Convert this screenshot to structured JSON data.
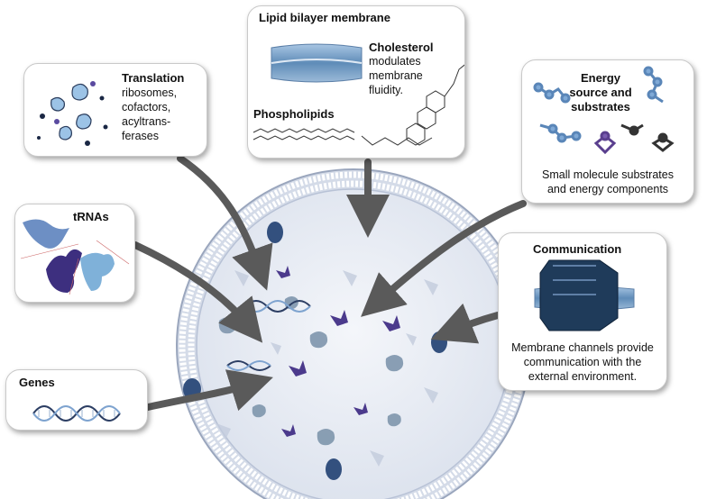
{
  "panels": {
    "membrane": {
      "title": "Lipid bilayer membrane",
      "cholesterol_title": "Cholesterol",
      "cholesterol_line1": "modulates",
      "cholesterol_line2": "membrane",
      "cholesterol_line3": "fluidity.",
      "phospholipids_title": "Phospholipids"
    },
    "translation": {
      "title": "Translation",
      "line1": "ribosomes,",
      "line2": "cofactors,",
      "line3": "acyltrans-",
      "line4": "ferases"
    },
    "energy": {
      "title_line1": "Energy",
      "title_line2": "source and",
      "title_line3": "substrates",
      "line1": "Small molecule substrates",
      "line2": "and energy components"
    },
    "trnas": {
      "title": "tRNAs"
    },
    "communication": {
      "title": "Communication",
      "line1": "Membrane channels provide",
      "line2": "communication with the",
      "line3": "external environment."
    },
    "genes": {
      "title": "Genes"
    }
  },
  "colors": {
    "arrow": "#5a5a5a",
    "membrane_blue": "#7fa9cf",
    "cell_interior": "#e9edf5",
    "purple": "#4b3a8c"
  }
}
